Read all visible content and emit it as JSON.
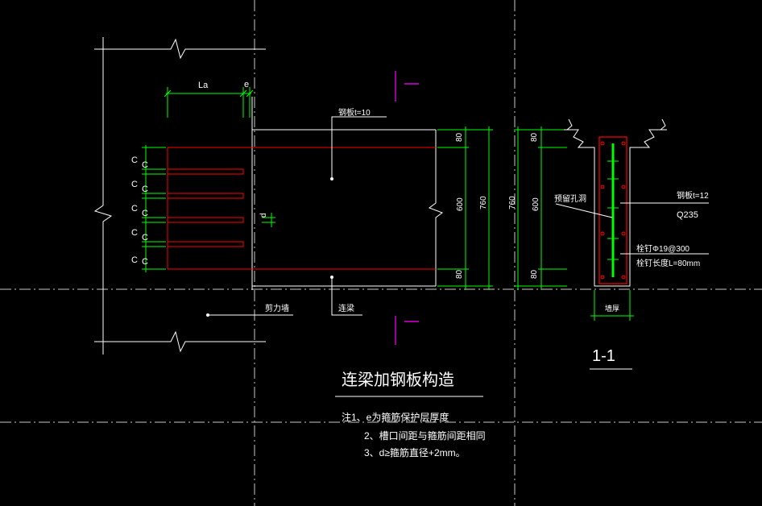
{
  "drawing": {
    "title": "连梁加钢板构造",
    "section_label": "1-1",
    "notes": {
      "line1": "注1、e为箍筋保护层厚度",
      "line2": "2、槽口间距与箍筋间距相同",
      "line3": "3、d≥箍筋直径+2mm。"
    },
    "elevation": {
      "dim_La": "La",
      "dim_e": "e",
      "dim_d": "d",
      "leader_plate": "钢板t=10",
      "label_shear_wall": "剪力墙",
      "label_link_beam": "连梁",
      "slot_marks": [
        "C",
        "C",
        "C",
        "C",
        "C",
        "C",
        "C",
        "C",
        "C",
        "C"
      ]
    },
    "dimensions": {
      "top": "80",
      "mid": "600",
      "total": "760",
      "bottom": "80"
    },
    "section": {
      "leader_hole": "预留孔洞",
      "plate_label": "钢板t=12",
      "steel_grade": "Q235",
      "stud_spec": "栓钉Φ19@300",
      "stud_length": "栓钉长度L=80mm",
      "wall_thickness": "墙厚"
    }
  },
  "colors": {
    "background": "#000000",
    "line_white": "#ffffff",
    "dim_green": "#00ff00",
    "rebar_red": "#ff0000",
    "cut_magenta": "#ff00ff",
    "grid_gray": "#c0c0c0"
  }
}
